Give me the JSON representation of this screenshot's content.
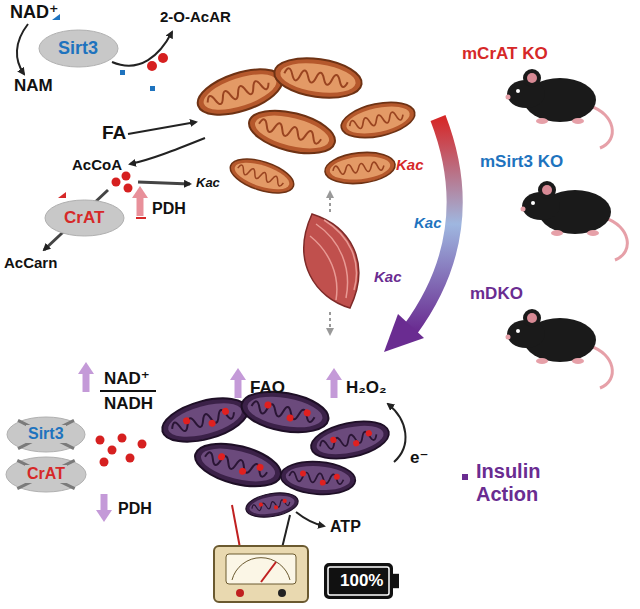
{
  "diagram": {
    "nodes": [
      {
        "text": [
          "Sirt3"
        ]
      },
      {
        "text": [
          "CrAT"
        ]
      },
      {
        "text": [
          "Sirt3"
        ]
      },
      {
        "text": [
          "CrAT"
        ]
      },
      {
        "text": [
          "100%"
        ]
      }
    ],
    "labels": [
      "NAD⁺",
      "NAM",
      "2-O-AcAR",
      "FA",
      "AcCoA",
      "Kac",
      "AcCarn",
      "PDH",
      "mCrAT KO",
      "mSirt3 KO",
      "mDKO",
      "Kac",
      "Kac",
      "Kac",
      "NAD⁺",
      "NADH",
      "FAO",
      "H₂O₂",
      "e⁻",
      "PDH",
      "ATP",
      "Insulin Action"
    ]
  }
}
